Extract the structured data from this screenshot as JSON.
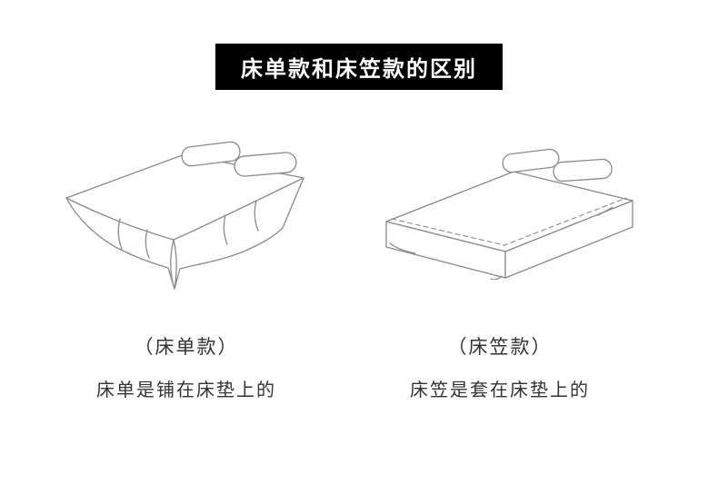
{
  "banner": {
    "title": "床单款和床笠款的区别"
  },
  "comparison": {
    "flat_sheet": {
      "label": "（床单款）",
      "description": "床单是铺在床垫上的",
      "illustration": "flat-sheet-bed-drawing"
    },
    "fitted_sheet": {
      "label": "（床笠款）",
      "description": "床笠是套在床垫上的",
      "illustration": "fitted-sheet-bed-drawing"
    }
  },
  "colors": {
    "banner_background": "#000000",
    "banner_text": "#ffffff",
    "line_art": "#8a8a8a",
    "caption_text": "#333333",
    "page_background": "#ffffff"
  }
}
